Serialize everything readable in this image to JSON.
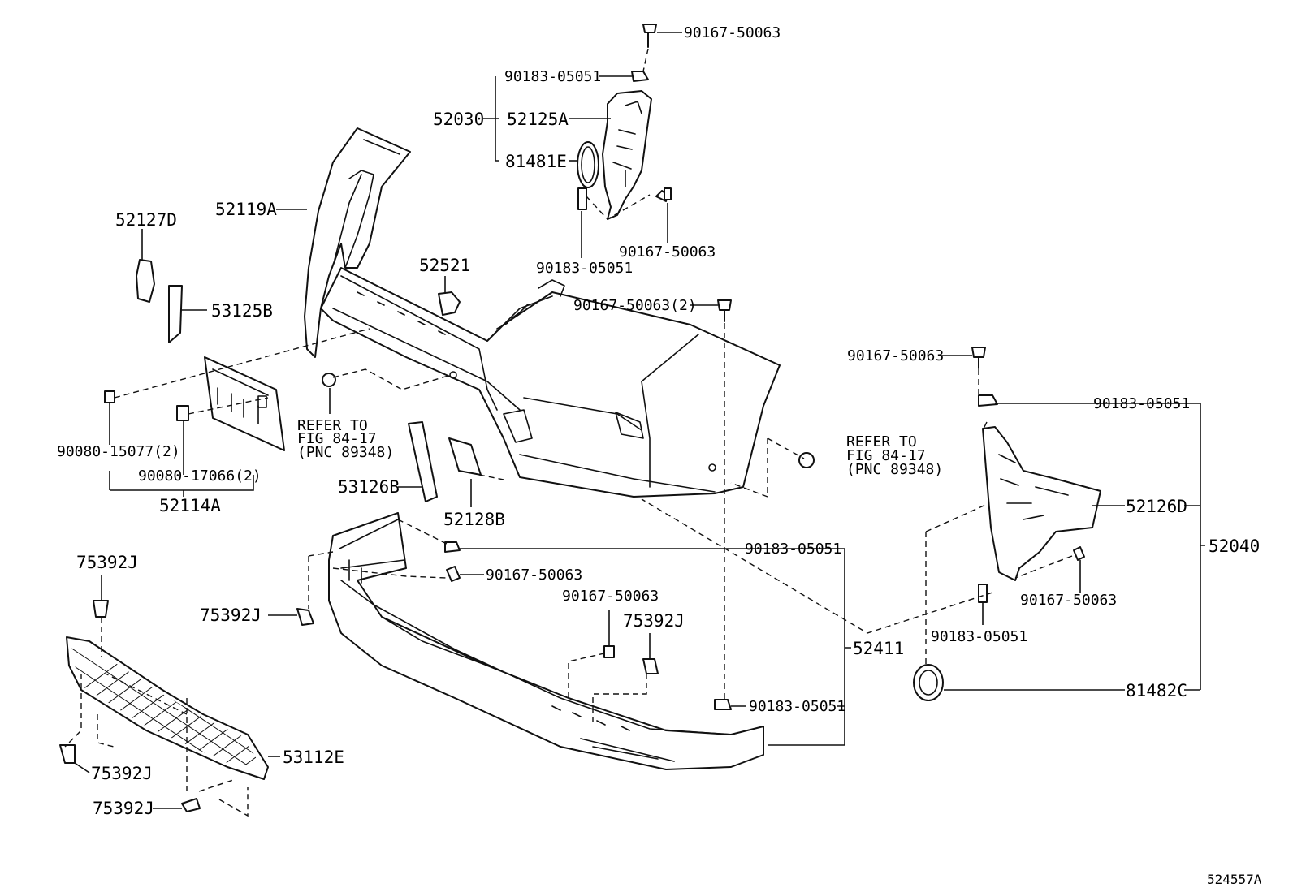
{
  "labels": {
    "p90167_50063_top": "90167-50063",
    "p90183_05051_top": "90183-05051",
    "p52030": "52030",
    "p52125A": "52125A",
    "p81481E": "81481E",
    "p90167_50063_bracket": "90167-50063",
    "p90183_05051_bracket": "90183-05051",
    "p52119A": "52119A",
    "p52127D": "52127D",
    "p53125B": "53125B",
    "p52521": "52521",
    "p90167_50063_2": "90167-50063(2)",
    "p90167_50063_right": "90167-50063",
    "p90183_05051_right": "90183-05051",
    "refer_left_1": "REFER TO",
    "refer_left_2": "FIG 84-17",
    "refer_left_3": "(PNC 89348)",
    "refer_right_1": "REFER TO",
    "refer_right_2": "FIG 84-17",
    "refer_right_3": "(PNC 89348)",
    "p90080_15077": "90080-15077(2)",
    "p90080_17066": "90080-17066(2)",
    "p52114A": "52114A",
    "p53126B": "53126B",
    "p52128B": "52128B",
    "p52126D": "52126D",
    "p52040": "52040",
    "p90183_05051_mid": "90183-05051",
    "p90167_50063_mid": "90167-50063",
    "p90167_50063_lower": "90167-50063",
    "p75392J_top_left": "75392J",
    "p75392J_mid_left": "75392J",
    "p75392J_center": "75392J",
    "p90167_50063_right_low": "90167-50063",
    "p90183_05051_right_low": "90183-05051",
    "p52411": "52411",
    "p81482C": "81482C",
    "p90183_05051_bottom": "90183-05051",
    "p53112E": "53112E",
    "p75392J_low1": "75392J",
    "p75392J_low2": "75392J",
    "illustration_id": "524557A"
  }
}
